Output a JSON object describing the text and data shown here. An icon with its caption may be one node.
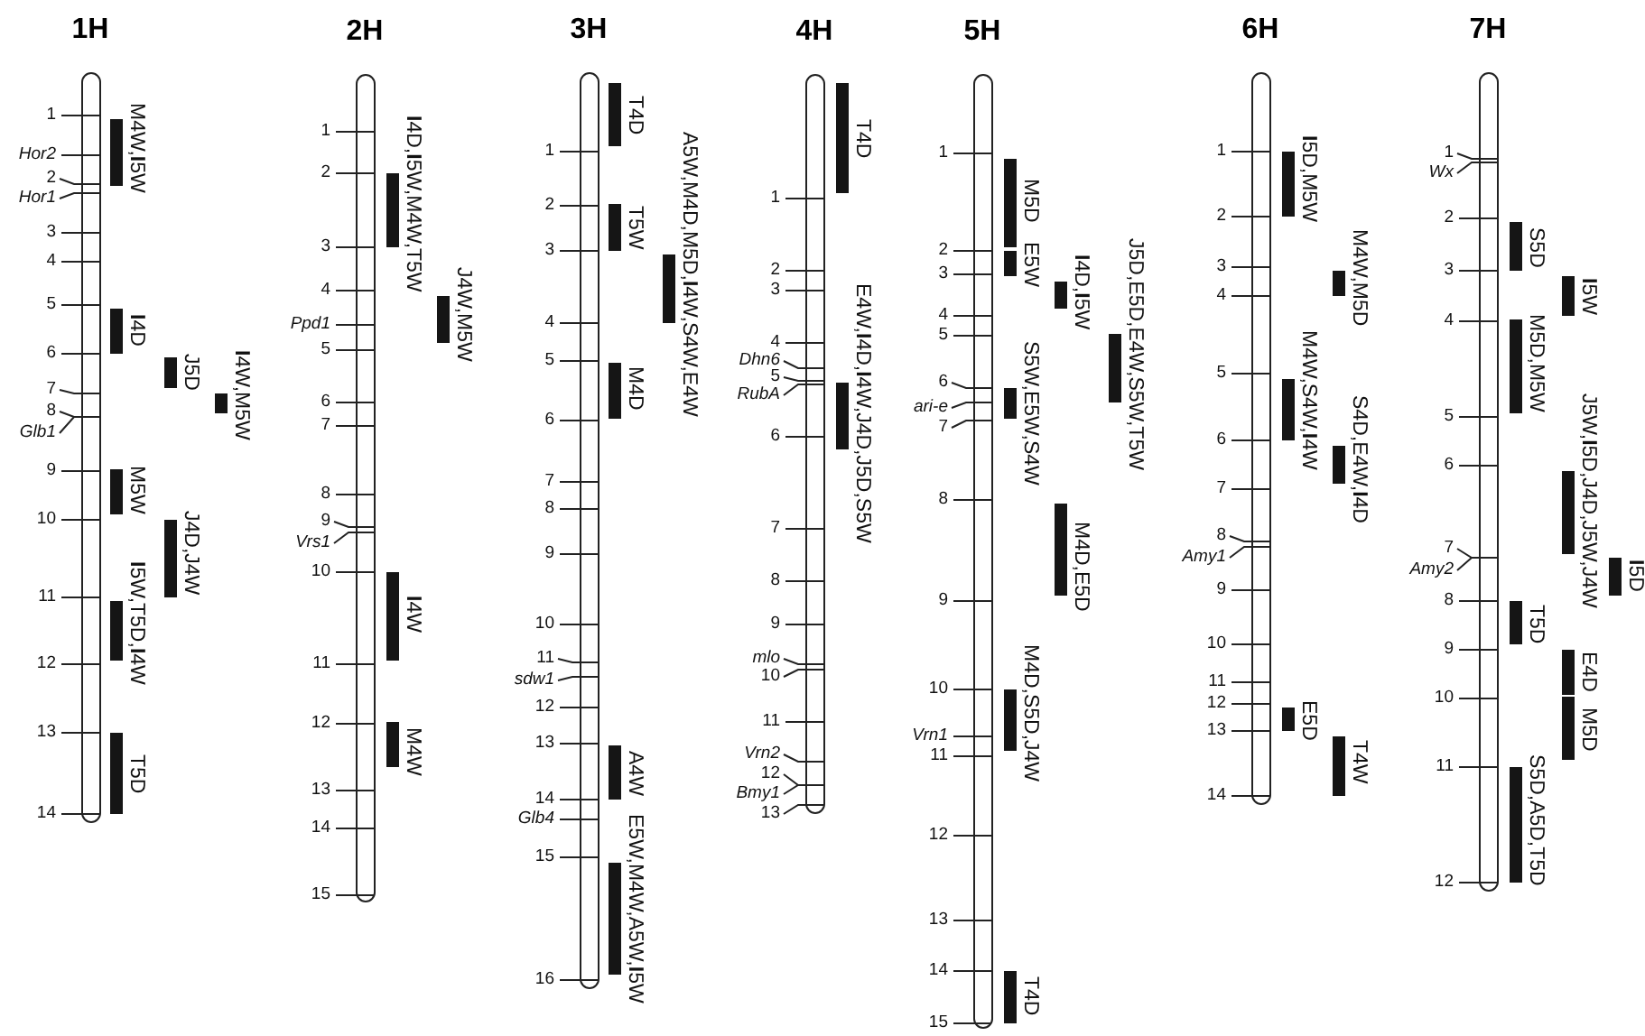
{
  "diagram": {
    "nodes": [
      {
        "text": [
          "1H"
        ],
        "beside": [
          "1",
          "Hor2",
          "2",
          "Hor1",
          "3",
          "4",
          "5",
          "6",
          "7",
          "8",
          "Glb1",
          "9",
          "10",
          "11",
          "12",
          "13",
          "14"
        ]
      },
      {
        "text": [],
        "shape": "bar",
        "beside": [
          "M4W,**I**5W"
        ]
      },
      {
        "text": [],
        "shape": "bar",
        "beside": [
          "**I**4D"
        ]
      },
      {
        "text": [],
        "shape": "bar",
        "beside": [
          "J5D"
        ]
      },
      {
        "text": [],
        "shape": "bar",
        "beside": [
          "**I**4W,M5W"
        ]
      },
      {
        "text": [],
        "shape": "bar",
        "beside": [
          "M5W"
        ]
      },
      {
        "text": [],
        "shape": "bar",
        "beside": [
          "J4D,J4W"
        ]
      },
      {
        "text": [],
        "shape": "bar",
        "beside": [
          "**I**5W,T5D,**I**4W"
        ]
      },
      {
        "text": [],
        "shape": "bar",
        "beside": [
          "T5D"
        ]
      },
      {
        "text": [
          "2H"
        ],
        "beside": [
          "1",
          "2",
          "3",
          "4",
          "Ppd1",
          "5",
          "6",
          "7",
          "8",
          "9",
          "Vrs1",
          "10",
          "11",
          "12",
          "13",
          "14",
          "15"
        ]
      },
      {
        "text": [],
        "shape": "bar",
        "beside": [
          "**I**4D,**I**5W,M4W,T5W"
        ]
      },
      {
        "text": [],
        "shape": "bar",
        "beside": [
          "J4W,M5W"
        ]
      },
      {
        "text": [],
        "shape": "bar",
        "beside": [
          "**I**4W"
        ]
      },
      {
        "text": [],
        "shape": "bar",
        "beside": [
          "M4W"
        ]
      },
      {
        "text": [
          "3H"
        ],
        "beside": [
          "1",
          "2",
          "3",
          "4",
          "5",
          "6",
          "7",
          "8",
          "9",
          "10",
          "11",
          "sdw1",
          "12",
          "13",
          "14",
          "Glb4",
          "15",
          "16"
        ]
      },
      {
        "text": [],
        "shape": "bar",
        "beside": [
          "T4D"
        ]
      },
      {
        "text": [],
        "shape": "bar",
        "beside": [
          "A5W,M4D,M5D,**I**4W,S4W,E4W"
        ]
      },
      {
        "text": [],
        "shape": "bar",
        "beside": [
          "T5W"
        ]
      },
      {
        "text": [],
        "shape": "bar",
        "beside": [
          "M4D"
        ]
      },
      {
        "text": [],
        "shape": "bar",
        "beside": [
          "A4W"
        ]
      },
      {
        "text": [],
        "shape": "bar",
        "beside": [
          "E5W,M4W,A5W,**I**5W"
        ]
      },
      {
        "text": [
          "4H"
        ],
        "beside": [
          "1",
          "2",
          "3",
          "4",
          "Dhn6",
          "5",
          "RubA",
          "6",
          "7",
          "8",
          "9",
          "mlo",
          "10",
          "11",
          "Vrn2",
          "12",
          "Bmy1",
          "13"
        ]
      },
      {
        "text": [],
        "shape": "bar",
        "beside": [
          "T4D"
        ]
      },
      {
        "text": [],
        "shape": "bar",
        "beside": [
          "E4W,**I**4D,**I**4W,J4D,J5D,S5W"
        ]
      },
      {
        "text": [
          "5H"
        ],
        "beside": [
          "1",
          "2",
          "3",
          "4",
          "5",
          "6",
          "ari-e",
          "7",
          "8",
          "9",
          "10",
          "Vrn1",
          "11",
          "12",
          "13",
          "14",
          "15"
        ]
      },
      {
        "text": [],
        "shape": "bar",
        "beside": [
          "M5D"
        ]
      },
      {
        "text": [],
        "shape": "bar",
        "beside": [
          "E5W"
        ]
      },
      {
        "text": [],
        "shape": "bar",
        "beside": [
          "J5D,E5D,E4W,S5W,T5W"
        ]
      },
      {
        "text": [],
        "shape": "bar",
        "beside": [
          "**I**4D,**I**5W"
        ]
      },
      {
        "text": [],
        "shape": "bar",
        "beside": [
          "S5W,E5W,S4W"
        ]
      },
      {
        "text": [],
        "shape": "bar",
        "beside": [
          "M4D,E5D"
        ]
      },
      {
        "text": [],
        "shape": "bar",
        "beside": [
          "M4D,S5D,J4W"
        ]
      },
      {
        "text": [],
        "shape": "bar",
        "beside": [
          "T4D"
        ]
      },
      {
        "text": [
          "6H"
        ],
        "beside": [
          "1",
          "2",
          "3",
          "4",
          "5",
          "6",
          "7",
          "8",
          "Amy1",
          "9",
          "10",
          "11",
          "12",
          "13",
          "14"
        ]
      },
      {
        "text": [],
        "shape": "bar",
        "beside": [
          "**I**5D,M5W"
        ]
      },
      {
        "text": [],
        "shape": "bar",
        "beside": [
          "M4W,M5D"
        ]
      },
      {
        "text": [],
        "shape": "bar",
        "beside": [
          "M4W,S4W,**I**4W"
        ]
      },
      {
        "text": [],
        "shape": "bar",
        "beside": [
          "S4D,E4W,**I**4D"
        ]
      },
      {
        "text": [],
        "shape": "bar",
        "beside": [
          "E5D"
        ]
      },
      {
        "text": [],
        "shape": "bar",
        "beside": [
          "T4W"
        ]
      },
      {
        "text": [
          "7H"
        ],
        "beside": [
          "1",
          "Wx",
          "2",
          "3",
          "4",
          "5",
          "6",
          "7",
          "Amy2",
          "8",
          "9",
          "10",
          "11",
          "12"
        ]
      },
      {
        "text": [],
        "shape": "bar",
        "beside": [
          "S5D"
        ]
      },
      {
        "text": [],
        "shape": "bar",
        "beside": [
          "**I**5W"
        ]
      },
      {
        "text": [],
        "shape": "bar",
        "beside": [
          "M5D,M5W"
        ]
      },
      {
        "text": [],
        "shape": "bar",
        "beside": [
          "J5W,**I**5D,J4D,J5W,J4W"
        ]
      },
      {
        "text": [],
        "shape": "bar",
        "beside": [
          "T5D"
        ]
      },
      {
        "text": [],
        "shape": "bar",
        "beside": [
          "**I**5D"
        ]
      },
      {
        "text": [],
        "shape": "bar",
        "beside": [
          "E4D"
        ]
      },
      {
        "text": [],
        "shape": "bar",
        "beside": [
          "M5D"
        ]
      },
      {
        "text": [],
        "shape": "bar",
        "beside": [
          "S5D,A5D,T5D"
        ]
      }
    ]
  }
}
